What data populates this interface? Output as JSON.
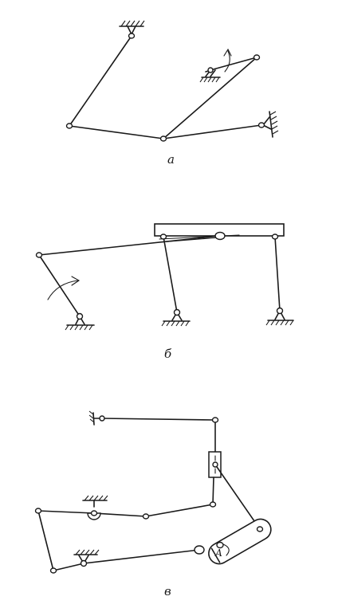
{
  "figure": {
    "labels": {
      "a": "а",
      "b": "б",
      "v": "в"
    },
    "slider_point_label": "А"
  }
}
